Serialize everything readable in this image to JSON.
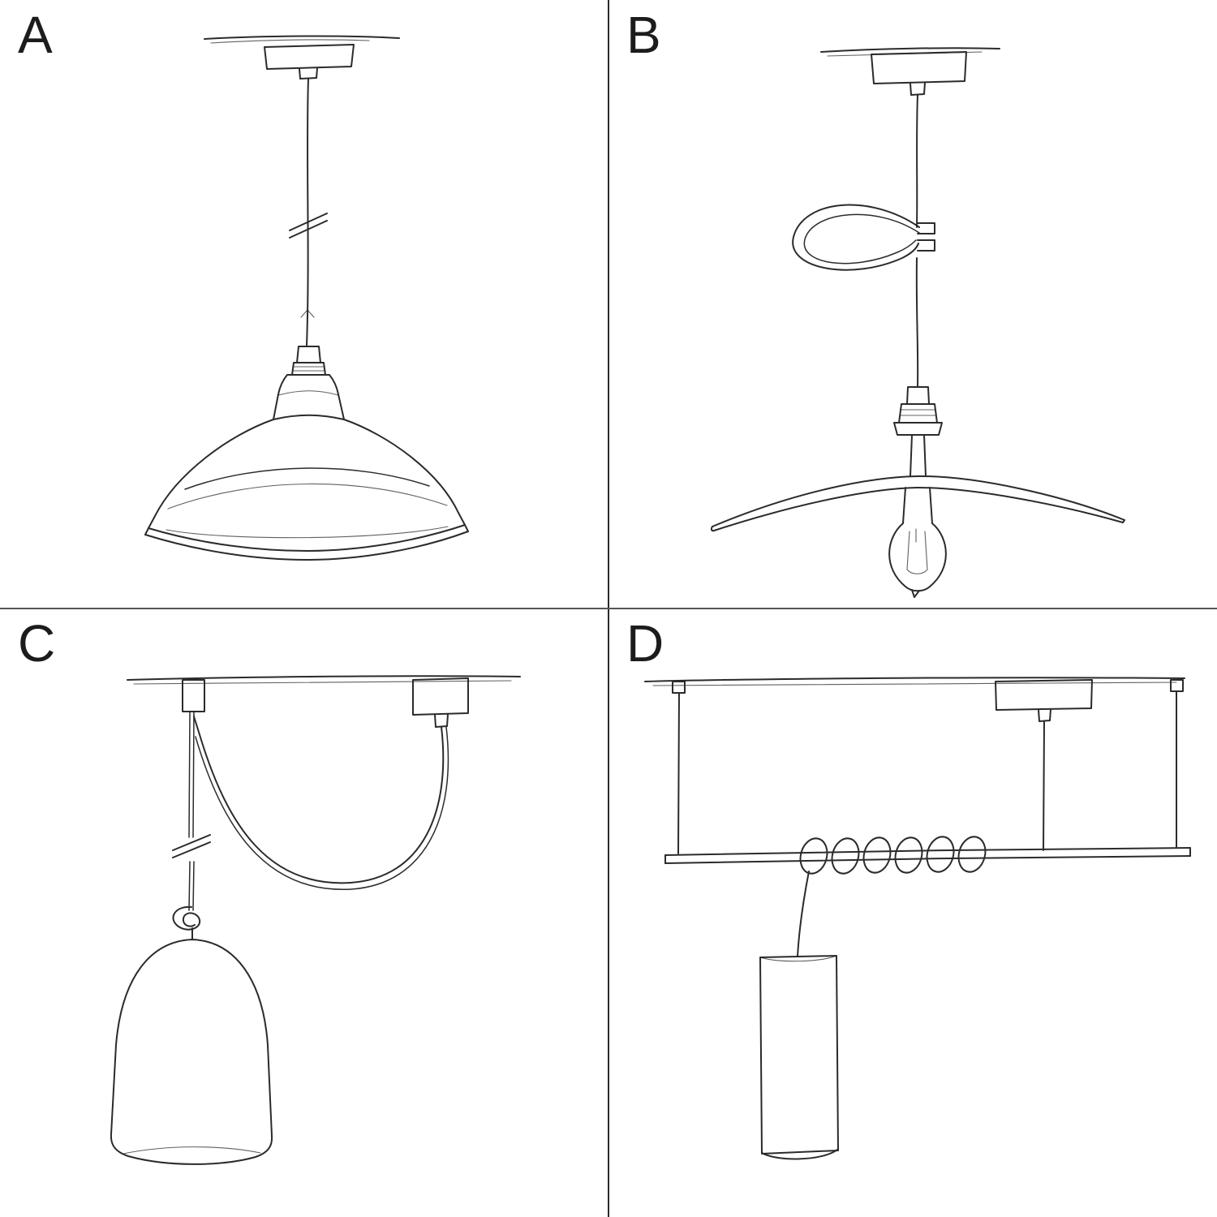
{
  "quadrants": [
    {
      "label": "A",
      "sketch_name": "pendant-with-industrial-bowl-shade-sketch"
    },
    {
      "label": "B",
      "sketch_name": "pendant-flat-plate-shade-exposed-bulb-with-cable-loop-sketch"
    },
    {
      "label": "C",
      "sketch_name": "swag-pendant-with-hook-knot-and-bell-shade-sketch"
    },
    {
      "label": "D",
      "sketch_name": "suspended-bar-with-coiled-cable-and-tube-pendant-sketch"
    }
  ],
  "colors": {
    "background": "#ffffff",
    "ink": "#2b2b2b",
    "divider_vertical": "#2a2a2a",
    "divider_horizontal": "#555555"
  }
}
